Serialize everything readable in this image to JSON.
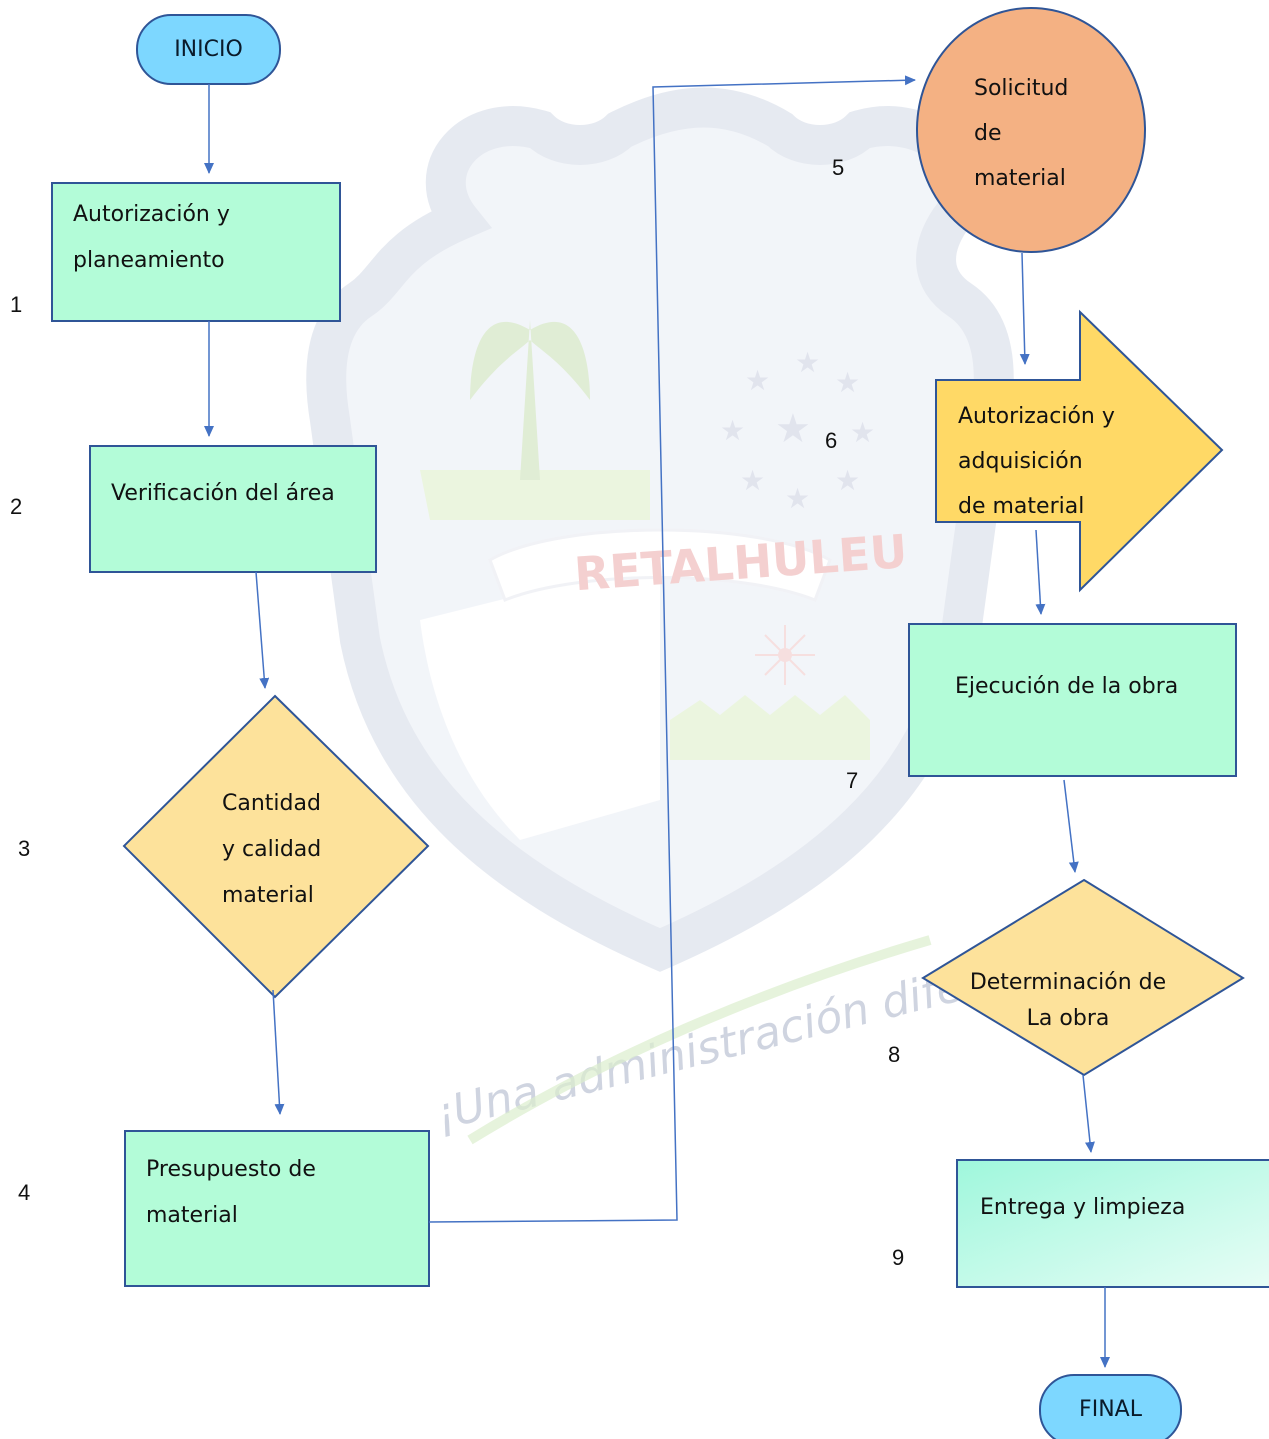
{
  "watermark": {
    "ribbon_text": "RETALHULEU",
    "slogan": "¡Una administración diferente!"
  },
  "terminals": {
    "start": "INICIO",
    "end": "FINAL"
  },
  "steps": {
    "autorizacion": [
      "Autorización y",
      "planeamiento"
    ],
    "verificacion": "Verificación del área",
    "cantidad": [
      "Cantidad",
      "y calidad",
      "material"
    ],
    "presupuesto": [
      "Presupuesto de",
      "material"
    ],
    "solicitud": [
      "Solicitud",
      "de",
      "material"
    ],
    "adquisicion": [
      "Autorización y",
      "adquisición",
      "de material"
    ],
    "ejecucion": "Ejecución de la obra",
    "determinacion": [
      "Determinación de",
      "La obra"
    ],
    "entrega": "Entrega y limpieza"
  },
  "step_numbers": [
    "1",
    "2",
    "3",
    "4",
    "5",
    "6",
    "7",
    "8",
    "9"
  ],
  "colors": {
    "terminal_fill": "#7dd7ff",
    "process_fill": "#b3fcd8",
    "decision_fill": "#fde29b",
    "circle_fill": "#f4b183",
    "arrow_fill": "#ffd966",
    "border": "#2f5597",
    "connector": "#4472c4",
    "watermark": "#d8dde9"
  }
}
